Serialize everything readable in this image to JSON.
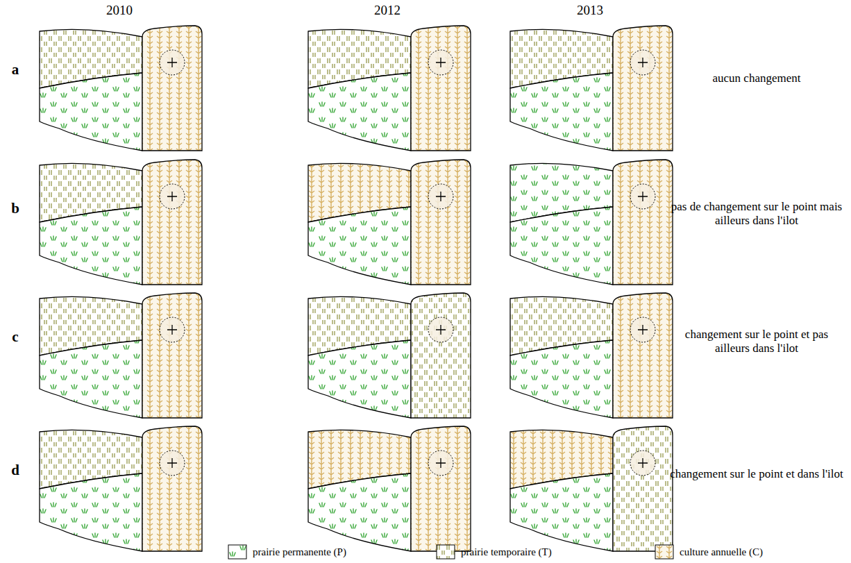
{
  "diagram": {
    "labels": [
      "2010",
      "2012",
      "2013",
      "a",
      "aucun changement",
      "b",
      "pas de changement sur le point mais ailleurs dans l'ilot",
      "c",
      "changement sur le point et pas ailleurs dans l'ilot",
      "d",
      "changement sur le point et dans l'ilot"
    ],
    "legend": [
      {
        "text": "prairie permanente (P)"
      },
      {
        "text": "prairie temporaire (T)"
      },
      {
        "text": "culture annuelle (C)"
      }
    ]
  }
}
